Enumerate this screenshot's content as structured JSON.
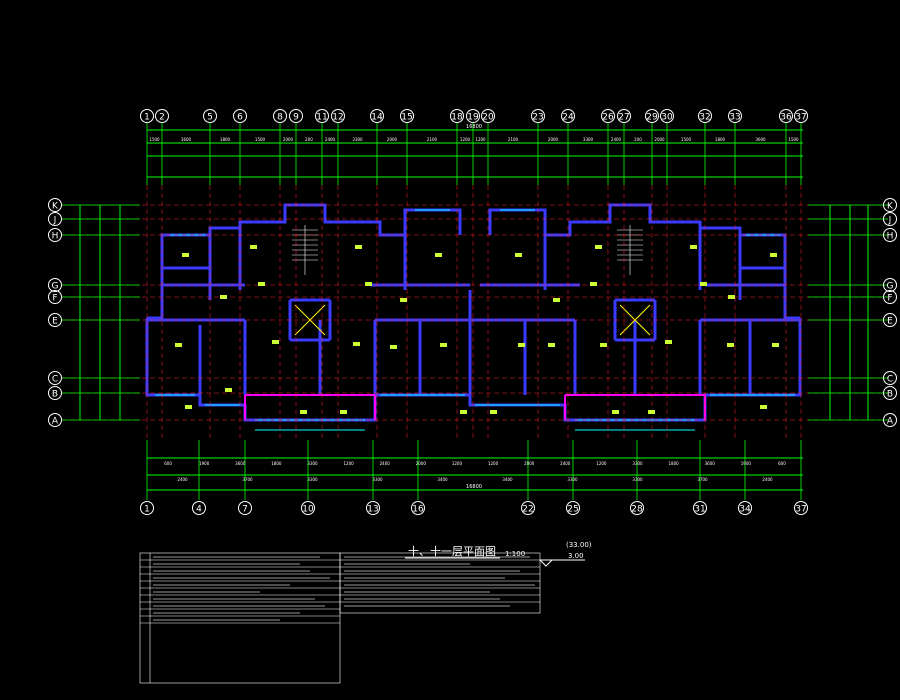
{
  "drawing": {
    "title": "十、十一层平面图",
    "scale": "1:100",
    "elevation_top": "(33.00)",
    "elevation_bottom": "3.00"
  },
  "axes": {
    "top_labels": [
      "1",
      "2",
      "5",
      "6",
      "8",
      "9",
      "11",
      "12",
      "14",
      "15",
      "18",
      "19",
      "20",
      "23",
      "24",
      "26",
      "27",
      "29",
      "30",
      "32",
      "33",
      "36",
      "37"
    ],
    "bottom_labels": [
      "1",
      "4",
      "7",
      "10",
      "13",
      "16",
      "22",
      "25",
      "28",
      "31",
      "34",
      "37"
    ],
    "row_labels": [
      "K",
      "J",
      "H",
      "G",
      "F",
      "E",
      "C",
      "B",
      "A"
    ]
  },
  "dimensions": {
    "overall": "16800",
    "top_row": [
      "1500",
      "3600",
      "1800",
      "1500",
      "2000",
      "200",
      "2400",
      "3300",
      "2000",
      "2100",
      "1200",
      "1200",
      "2100",
      "2000",
      "3300",
      "2400",
      "200",
      "2000",
      "1500",
      "1800",
      "3600",
      "1500"
    ],
    "bottom_row": [
      "600",
      "1900",
      "3600",
      "1800",
      "3300",
      "1200",
      "2400",
      "2000",
      "1200",
      "1200",
      "2000",
      "2400",
      "1200",
      "3300",
      "1800",
      "3600",
      "1900",
      "600"
    ],
    "bottom_mid": [
      "2400",
      "3700",
      "3300",
      "3300",
      "3400",
      "3400",
      "3300",
      "3300",
      "3700",
      "2400"
    ]
  },
  "colors": {
    "background": "#000000",
    "axis": "#00ff00",
    "wall": "#3b3bff",
    "window": "#00ffff",
    "grid": "#ff2020",
    "text": "#ffffff",
    "label": "#ffff00"
  }
}
